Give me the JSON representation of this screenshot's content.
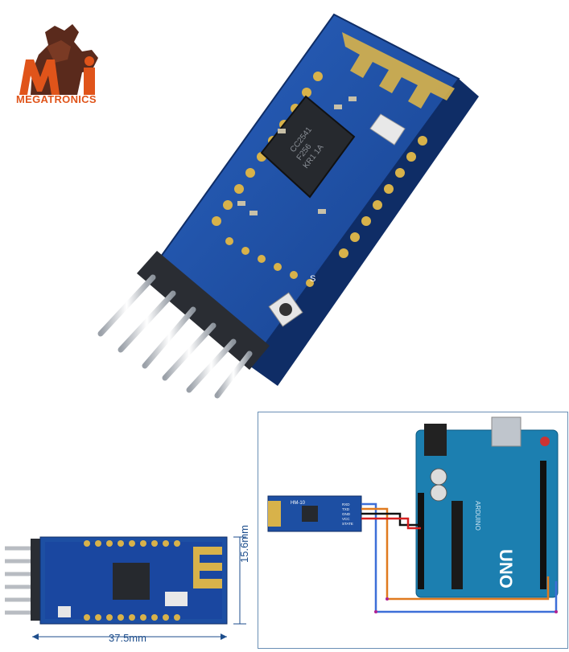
{
  "brand": {
    "name": "MEGATRONICS",
    "logo_letters": "Mi"
  },
  "hero": {
    "chip_text": [
      "CC2541",
      "F256",
      "KR1 1A"
    ],
    "pin_label": "S"
  },
  "dimensions": {
    "width_label": "37.5mm",
    "height_label": "15.6mm"
  },
  "wiring": {
    "module_label": "HM-10",
    "module_pins": [
      "RXD",
      "TXD",
      "GND",
      "VCC",
      "STATE"
    ],
    "board_name": "UNO",
    "board_brand": "ARDUINO",
    "wire_colors": {
      "rx": "#e07a1f",
      "tx": "#3d6fd8",
      "gnd": "#111111",
      "vcc": "#d62020"
    }
  },
  "colors": {
    "pcb_blue": "#1d4fa3",
    "pcb_dark": "#173e86",
    "gold": "#d8b24a",
    "brand_orange": "#e0541a",
    "arduino_blue": "#1c7fb0"
  }
}
